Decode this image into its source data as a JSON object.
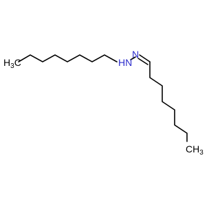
{
  "molecule": {
    "labels": {
      "methyl_left_main": "H",
      "methyl_left_c": "C",
      "methyl_left_sub": "3",
      "nh": "HN",
      "n": "N",
      "methyl_right_main": "CH",
      "methyl_right_sub": "3"
    },
    "colors": {
      "bond": "#000000",
      "nitrogen": "#2b2bcc",
      "carbon_label": "#000000"
    }
  }
}
